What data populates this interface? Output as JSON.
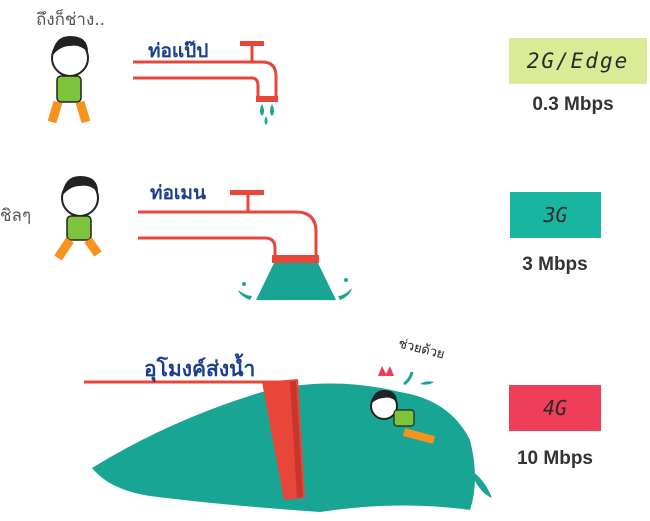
{
  "captions": {
    "walking": "ถึงก็ช่าง..",
    "chilling": "ชิลๆ",
    "help": "ช่วยด้วย"
  },
  "pipes": [
    {
      "label": "ท่อแป๊ป"
    },
    {
      "label": "ท่อเมน"
    },
    {
      "label": "อุโมงค์ส่งน้ำ"
    }
  ],
  "networks": [
    {
      "name": "2G/Edge",
      "speed": "0.3 Mbps",
      "color": "#d9ec95"
    },
    {
      "name": "3G",
      "speed": "3 Mbps",
      "color": "#18b5a0"
    },
    {
      "name": "4G",
      "speed": "10 Mbps",
      "color": "#ef3d5a"
    }
  ],
  "colors": {
    "pipe": "#e9463a",
    "water": "#19a593",
    "shirt": "#7ec33c",
    "pants": "#f6921e"
  }
}
